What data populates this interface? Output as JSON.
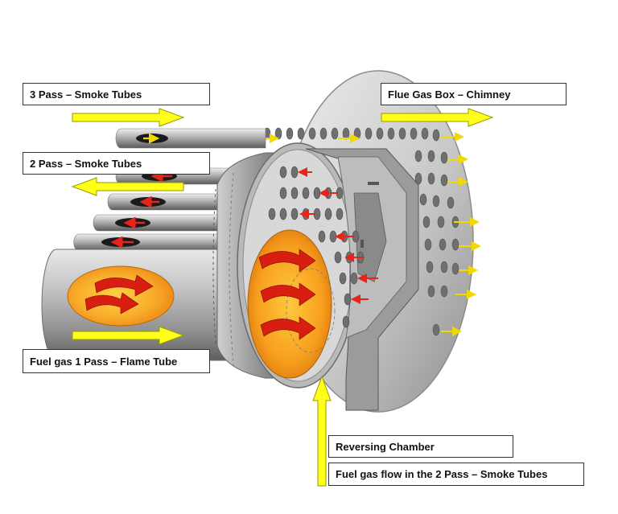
{
  "labels": {
    "pass3": "3 Pass  – Smoke Tubes",
    "flue": "Flue Gas Box  – Chimney",
    "pass2": "2 Pass – Smoke Tubes",
    "pass1": "Fuel gas 1 Pass – Flame Tube",
    "reversing": "Reversing Chamber",
    "fuel2": "Fuel gas flow in the 2 Pass – Smoke Tubes"
  },
  "colors": {
    "arrow_yellow": "#ffff1a",
    "arrow_outline": "#9a9a00",
    "steel_light": "#d6d6d6",
    "steel_mid": "#a9a9a9",
    "steel_dark": "#6f6f6f",
    "flame_orange": "#f7a01e",
    "flame_core": "#ffd049",
    "flame_arrow_red": "#d81e10",
    "flow_arrow_red": "#e8231a"
  }
}
